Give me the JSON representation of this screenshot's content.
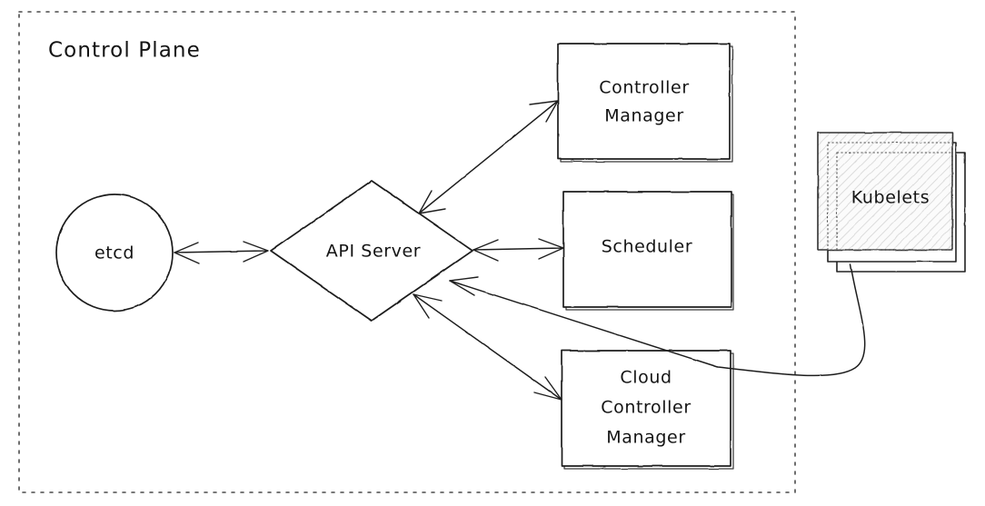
{
  "diagram": {
    "title": "Control Plane",
    "style": "hand-drawn-sketch",
    "background_color": "#ffffff",
    "stroke_color": "#1b1b1b",
    "group": {
      "label": "Control Plane",
      "border_style": "dashed",
      "border_color": "#4a4a4a"
    },
    "nodes": [
      {
        "id": "etcd",
        "label": "etcd",
        "shape": "circle",
        "fill": "#ffffff"
      },
      {
        "id": "api-server",
        "label": "API Server",
        "shape": "diamond",
        "fill": "#ffffff"
      },
      {
        "id": "controller-manager",
        "label_lines": [
          "Controller",
          "Manager"
        ],
        "shape": "rectangle",
        "fill": "#ffffff"
      },
      {
        "id": "scheduler",
        "label_lines": [
          "Scheduler"
        ],
        "shape": "rectangle",
        "fill": "#ffffff"
      },
      {
        "id": "cloud-controller-manager",
        "label_lines": [
          "Cloud",
          "Controller",
          "Manager"
        ],
        "shape": "rectangle",
        "fill": "#ffffff"
      },
      {
        "id": "kubelets",
        "label": "Kubelets",
        "shape": "stacked-rectangles",
        "stack_count": 3,
        "fill": "hatched",
        "outside_group": true
      }
    ],
    "edges": [
      {
        "id": "etcd-api-server",
        "from": "api-server",
        "to": "etcd",
        "direction": "bidirectional"
      },
      {
        "id": "api-server-controller-manager",
        "from": "api-server",
        "to": "controller-manager",
        "direction": "bidirectional"
      },
      {
        "id": "api-server-scheduler",
        "from": "api-server",
        "to": "scheduler",
        "direction": "bidirectional"
      },
      {
        "id": "api-server-cloud-controller-manager",
        "from": "api-server",
        "to": "cloud-controller-manager",
        "direction": "bidirectional"
      },
      {
        "id": "kubelets-api-server",
        "from": "kubelets",
        "to": "api-server",
        "direction": "unidirectional",
        "shape": "curved"
      }
    ],
    "labels": {
      "etcd": "etcd",
      "api_server": "API Server",
      "controller_manager_line1": "Controller",
      "controller_manager_line2": "Manager",
      "scheduler": "Scheduler",
      "cloud_cm_line1": "Cloud",
      "cloud_cm_line2": "Controller",
      "cloud_cm_line3": "Manager",
      "kubelets": "Kubelets"
    }
  }
}
